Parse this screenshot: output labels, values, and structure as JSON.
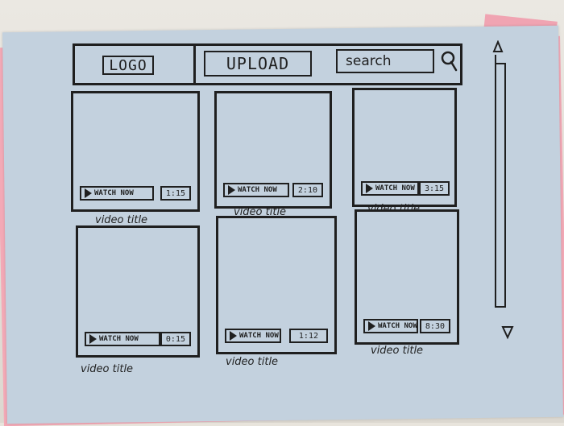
{
  "header": {
    "logo": "LOGO",
    "upload_label": "UPLOAD",
    "search_placeholder": "search"
  },
  "videos": [
    {
      "button": "WATCH NOW",
      "duration": "1:15",
      "title": "video title"
    },
    {
      "button": "WATCH NOW",
      "duration": "2:10",
      "title": "video title"
    },
    {
      "button": "WATCH NOW",
      "duration": "3:15",
      "title": "video title"
    },
    {
      "button": "WATCH NOW",
      "duration": "0:15",
      "title": "video title"
    },
    {
      "button": "WATCH NOW",
      "duration": "1:12",
      "title": "video title"
    },
    {
      "button": "WATCH NOW",
      "duration": "8:30",
      "title": "video title"
    }
  ],
  "icons": {
    "search": "search-icon",
    "play": "play-icon",
    "scroll_up": "scroll-up-arrow-icon",
    "scroll_down": "scroll-down-arrow-icon"
  },
  "colors": {
    "ink": "#1f1f1f",
    "paper": "#c3d1de",
    "underlay": "#f3a9b6"
  }
}
